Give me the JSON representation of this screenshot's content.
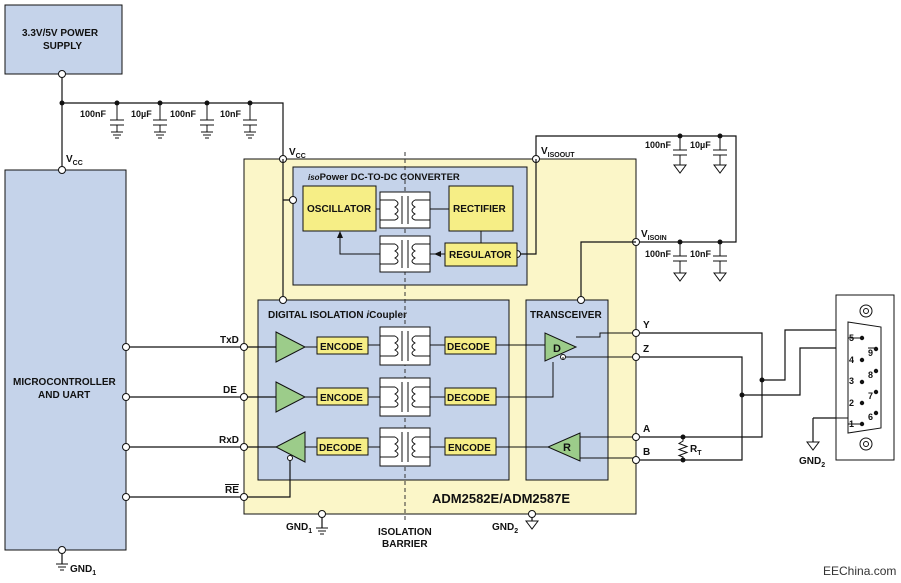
{
  "blocks": {
    "power_supply": {
      "line1": "3.3V/5V POWER",
      "line2": "SUPPLY"
    },
    "microcontroller": {
      "line1": "MICROCONTROLLER",
      "line2": "AND UART"
    },
    "chip_name": "ADM2582E/ADM2587E",
    "isopower_prefix": "iso",
    "isopower_rest": "Power DC-TO-DC CONVERTER",
    "digital_isolation_main": "DIGITAL ISOLATION ",
    "digital_isolation_i": "i",
    "digital_isolation_rest": "Coupler",
    "oscillator": "OSCILLATOR",
    "rectifier": "RECTIFIER",
    "regulator": "REGULATOR",
    "transceiver": "TRANSCEIVER",
    "encode": "ENCODE",
    "decode": "DECODE",
    "driver": "D",
    "receiver": "R"
  },
  "capacitors": {
    "top": [
      "100nF",
      "10µF",
      "100nF",
      "10nF"
    ],
    "visoout": [
      "100nF",
      "10µF"
    ],
    "visoin": [
      "100nF",
      "10nF"
    ]
  },
  "signals": {
    "vcc_main": "V",
    "vcc_sub": "CC",
    "visoout_main": "V",
    "visoout_sub": "ISOOUT",
    "visoin_main": "V",
    "visoin_sub": "ISOIN",
    "txd": "TxD",
    "de": "DE",
    "rxd": "RxD",
    "re": "RE",
    "y": "Y",
    "z": "Z",
    "a": "A",
    "b": "B",
    "rt_main": "R",
    "rt_sub": "T"
  },
  "grounds": {
    "gnd_main": "GND",
    "sub1": "1",
    "sub2": "2"
  },
  "isolation_barrier": {
    "line1": "ISOLATION",
    "line2": "BARRIER"
  },
  "connector_pins": [
    "5",
    "9",
    "4",
    "8",
    "3",
    "7",
    "2",
    "6",
    "1"
  ],
  "watermark": "EEChina.com",
  "colors": {
    "blue_block": "#c5d3ea",
    "yellow_block": "#f6ee86",
    "chip_fill": "#fbf6c8",
    "green_buffer": "#9ccc8a"
  }
}
